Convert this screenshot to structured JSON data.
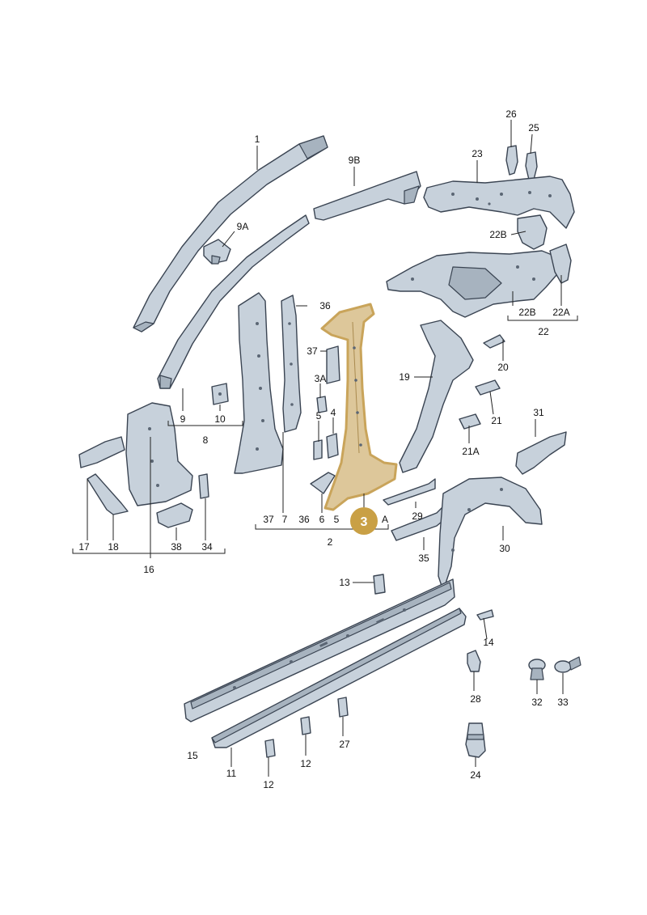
{
  "colors": {
    "part_fill": "#c7d1db",
    "part_stroke": "#3a4452",
    "highlight_fill": "#ddc79a",
    "highlight_stroke": "#c9a45a",
    "badge": "#c9a045"
  },
  "badge": {
    "text": "3"
  },
  "labels": {
    "l1": "1",
    "l9b": "9B",
    "l9a": "9A",
    "l26": "26",
    "l25": "25",
    "l23": "23",
    "l22b_top": "22B",
    "l22b": "22B",
    "l22a": "22A",
    "l22": "22",
    "l36_top": "36",
    "l37_top": "37",
    "l3a_top": "3A",
    "l5_top": "5",
    "l4": "4",
    "l19": "19",
    "l20": "20",
    "l21": "21",
    "l21a": "21A",
    "l31": "31",
    "l9": "9",
    "l10": "10",
    "l8": "8",
    "l37": "37",
    "l7": "7",
    "l36": "36",
    "l6": "6",
    "l5": "5",
    "l3a": "A",
    "l2": "2",
    "l29": "29",
    "l35": "35",
    "l30": "30",
    "l17": "17",
    "l18": "18",
    "l38": "38",
    "l34": "34",
    "l16": "16",
    "l13": "13",
    "l14": "14",
    "l15": "15",
    "l11": "11",
    "l12a": "12",
    "l12b": "12",
    "l27": "27",
    "l28": "28",
    "l24": "24",
    "l32": "32",
    "l33": "33"
  }
}
